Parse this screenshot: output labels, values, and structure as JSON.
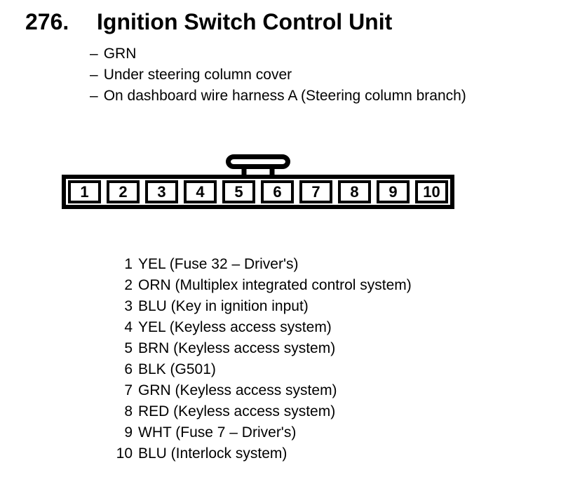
{
  "colors": {
    "ink": "#000000",
    "paper": "#ffffff"
  },
  "header": {
    "number": "276.",
    "title": "Ignition Switch Control Unit"
  },
  "notes": {
    "dash": "–",
    "items": [
      "GRN",
      "Under steering column cover",
      "On dashboard wire harness A (Steering column branch)"
    ]
  },
  "connector": {
    "cells": [
      "1",
      "2",
      "3",
      "4",
      "5",
      "6",
      "7",
      "8",
      "9",
      "10"
    ]
  },
  "pins": [
    {
      "num": "1",
      "desc": "YEL (Fuse 32 – Driver's)"
    },
    {
      "num": "2",
      "desc": "ORN (Multiplex integrated control system)"
    },
    {
      "num": "3",
      "desc": "BLU (Key in ignition input)"
    },
    {
      "num": "4",
      "desc": "YEL (Keyless access system)"
    },
    {
      "num": "5",
      "desc": "BRN (Keyless access system)"
    },
    {
      "num": "6",
      "desc": "BLK (G501)"
    },
    {
      "num": "7",
      "desc": "GRN (Keyless access system)"
    },
    {
      "num": "8",
      "desc": "RED (Keyless access system)"
    },
    {
      "num": "9",
      "desc": "WHT (Fuse 7 – Driver's)"
    },
    {
      "num": "10",
      "desc": "BLU (Interlock system)"
    }
  ]
}
